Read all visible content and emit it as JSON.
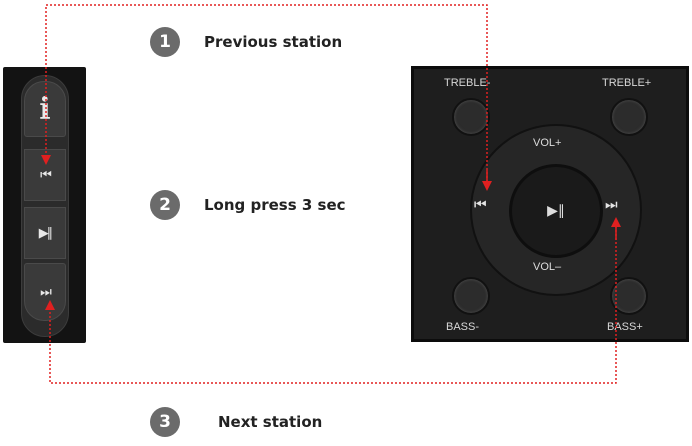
{
  "steps": [
    {
      "number": "1",
      "label": "Previous station"
    },
    {
      "number": "2",
      "label": "Long press 3 sec"
    },
    {
      "number": "3",
      "label": "Next station"
    }
  ],
  "left_panel": {
    "buttons": [
      {
        "name": "info",
        "glyph": "i",
        "icon": "info-icon"
      },
      {
        "name": "previous",
        "glyph": "⏮",
        "icon": "previous-track-icon"
      },
      {
        "name": "play-pause",
        "glyph": "▶∥",
        "icon": "play-pause-icon"
      },
      {
        "name": "next",
        "glyph": "⏭",
        "icon": "next-track-icon"
      }
    ]
  },
  "remote": {
    "treble_minus": "TREBLE-",
    "treble_plus": "TREBLE+",
    "bass_minus": "BASS-",
    "bass_plus": "BASS+",
    "vol_plus": "VOL+",
    "vol_minus": "VOL–",
    "prev_glyph": "⏮",
    "next_glyph": "⏭",
    "play_glyph": "▶∥"
  },
  "colors": {
    "arrow": "#e02020",
    "step_circle": "#6b6b6b"
  }
}
